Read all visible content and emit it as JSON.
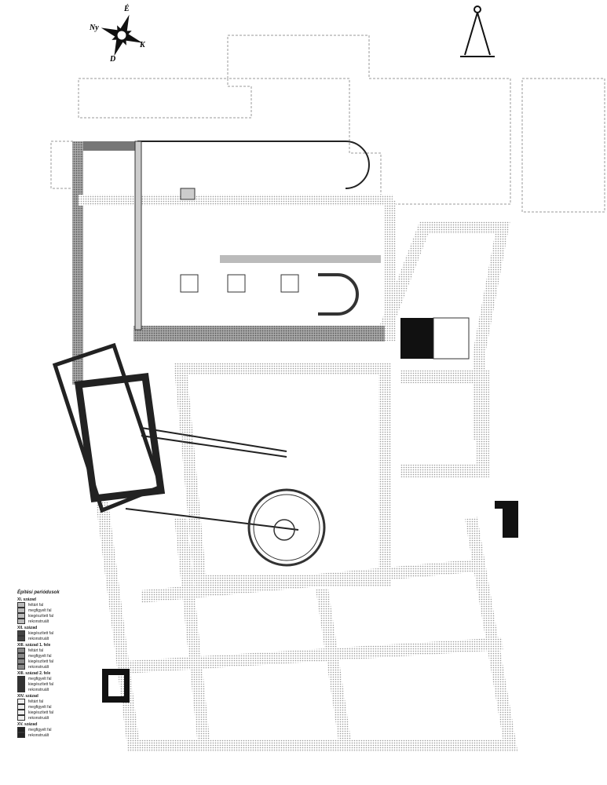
{
  "compass": {
    "north_label": "É",
    "west_label": "Ny",
    "east_label": "K",
    "south_label": "D"
  },
  "legend": {
    "title": "Építési periódusok",
    "groups": [
      {
        "label": "XI. század",
        "rows": [
          "feltárt fal",
          "megfigyelt fal",
          "kiegészített fal",
          "rekonstruált"
        ],
        "fill": "#bbb"
      },
      {
        "label": "XII. század",
        "rows": [
          "kiegészített fal",
          "rekonstruált"
        ],
        "fill": "#444"
      },
      {
        "label": "XIII. század 1. fele",
        "rows": [
          "feltárt fal",
          "megfigyelt fal",
          "kiegészített fal",
          "rekonstruált"
        ],
        "fill": "#888"
      },
      {
        "label": "XIII. század 2. fele",
        "rows": [
          "megfigyelt fal",
          "kiegészített fal",
          "rekonstruált"
        ],
        "fill": "#333"
      },
      {
        "label": "XIV. század",
        "rows": [
          "feltárt fal",
          "megfigyelt fal",
          "kiegészített fal",
          "rekonstruált"
        ],
        "fill": "#eee"
      },
      {
        "label": "XV. század",
        "rows": [
          "megfigyelt fal",
          "rekonstruált"
        ],
        "fill": "#222"
      }
    ]
  }
}
